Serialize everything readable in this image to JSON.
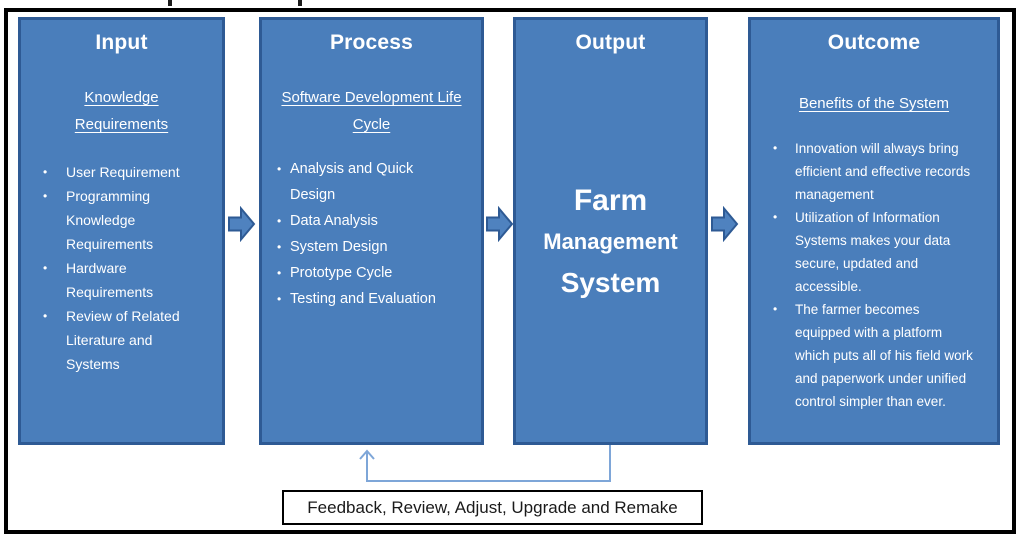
{
  "ui": {
    "bullet": "•"
  },
  "colors": {
    "box_fill": "#4a7ebb",
    "box_border": "#2e5a94",
    "frame_border": "#000000",
    "connector_blue": "#7ea6d8",
    "box_text": "#ffffff",
    "feedback_text": "#1a1a1a"
  },
  "boxes": {
    "input": {
      "title": "Input",
      "subtitle": "Knowledge Requirements",
      "bullets": [
        "User Requirement",
        "Programming Knowledge Requirements",
        "Hardware Requirements",
        "Review of Related Literature and Systems"
      ]
    },
    "process": {
      "title": "Process",
      "subtitle": "Software Development Life Cycle",
      "bullets": [
        "Analysis and Quick Design",
        "Data Analysis",
        "System Design",
        "Prototype Cycle",
        "Testing and Evaluation"
      ]
    },
    "output": {
      "title": "Output",
      "big_text": {
        "line1": "Farm",
        "line2": "Management",
        "line3": "System"
      }
    },
    "outcome": {
      "title": "Outcome",
      "subtitle": "Benefits of the System",
      "bullets": [
        "Innovation will always bring efficient and effective records management",
        "Utilization of Information Systems makes your data secure, updated and accessible.",
        "The farmer becomes equipped with a platform which puts all of his field work and paperwork under unified control simpler than ever."
      ]
    }
  },
  "feedback": {
    "label": "Feedback, Review, Adjust, Upgrade and Remake"
  }
}
